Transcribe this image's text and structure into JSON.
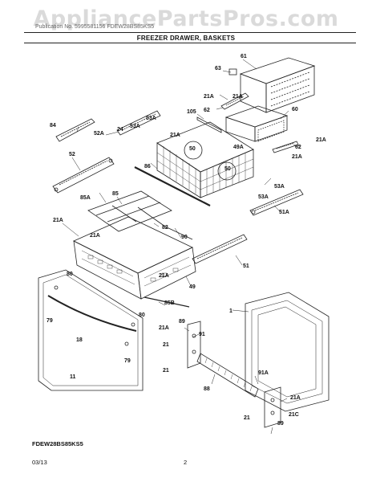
{
  "watermark": "AppliancePartsPros.com",
  "header": {
    "code": "Publication No. 5995581156          FDEW28BS85KS5",
    "title": "FREEZER DRAWER, BASKETS"
  },
  "callouts": {
    "c61": "61",
    "c63": "63",
    "c21A_a": "21A",
    "c21A_b": "21A",
    "c62_a": "62",
    "c60": "60",
    "c105": "105",
    "c53A_a": "53A",
    "c24": "24",
    "c53A_b": "53A",
    "c84": "84",
    "c52A": "52A",
    "c21A_c": "21A",
    "c49A": "49A",
    "c21A_d": "21A",
    "c62_b": "62",
    "c21A_e": "21A",
    "c50_a": "50",
    "c52": "52",
    "c86": "86",
    "c50_b": "50",
    "c53A_c": "53A",
    "c53A_d": "53A",
    "c51A": "51A",
    "c85A": "85A",
    "c85": "85",
    "c21A_f": "21A",
    "c82": "82",
    "c21A_g": "21A",
    "c90": "90",
    "c51": "51",
    "c21A_h": "21A",
    "c49": "49",
    "c80_a": "80",
    "c85B": "85B",
    "c79_a": "79",
    "c80_b": "80",
    "c1": "1",
    "c18": "18",
    "c89_a": "89",
    "c21A_i": "21A",
    "c79_b": "79",
    "c91": "91",
    "c21_a": "21",
    "c21_b": "21",
    "c11": "11",
    "c88": "88",
    "c91A": "91A",
    "c21A_j": "21A",
    "c21_c": "21",
    "c21C": "21C",
    "c89_b": "89"
  },
  "footer": {
    "model": "FDEW28BS85KS5",
    "date": "03/13",
    "page": "2"
  }
}
